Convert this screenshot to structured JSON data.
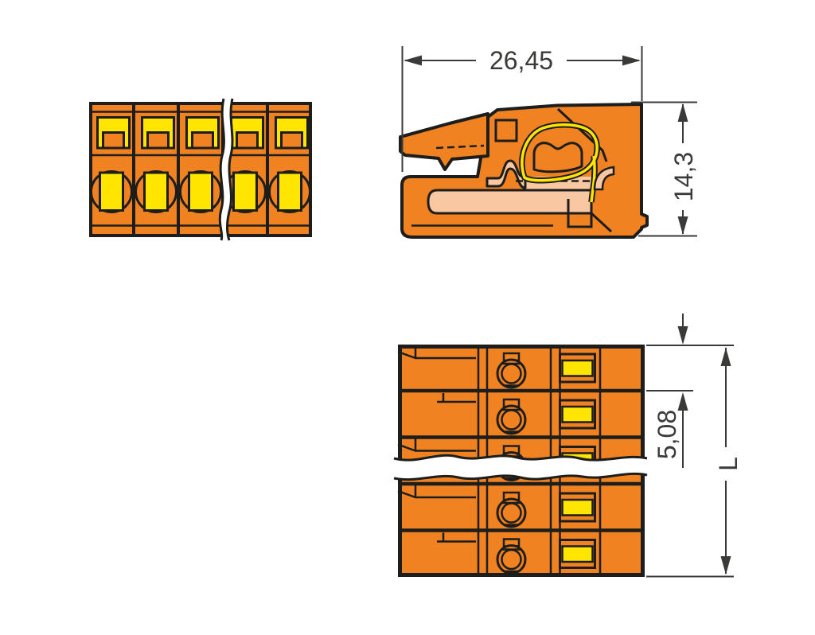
{
  "drawing": {
    "dimensions": {
      "overall_width": "26,45",
      "overall_height": "14,3",
      "pole_pitch": "5,08",
      "total_length": "L"
    },
    "front_view": {
      "poles_visible": 5,
      "break_symbol": true
    },
    "top_view": {
      "rows_visible": 5,
      "break_symbol": true
    },
    "colors": {
      "housing_orange": "#F08222",
      "detail_yellow": "#FFE500",
      "cavity_peach": "#F9C8A2",
      "outline_black": "#1D1D1B",
      "dimension_gray": "#3A3A38",
      "background": "#FFFFFF"
    }
  }
}
